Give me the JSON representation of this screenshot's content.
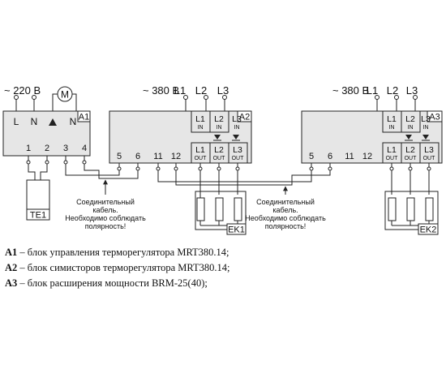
{
  "a1": {
    "voltage": "~ 220 В",
    "motor_symbol": "M",
    "id": "A1",
    "top_terminals": [
      "L",
      "N",
      "N"
    ],
    "bottom_terminals": [
      "1",
      "2",
      "3",
      "4"
    ],
    "sensor": "TE1"
  },
  "a2": {
    "voltage": "~ 380 В",
    "phases": [
      "L1",
      "L2",
      "L3"
    ],
    "id": "A2",
    "in_labels": [
      "L1",
      "L2",
      "L3"
    ],
    "in_sub": "IN",
    "out_labels": [
      "L1",
      "L2",
      "L3"
    ],
    "out_sub": "OUT",
    "bottom_terminals": [
      "5",
      "6",
      "11",
      "12"
    ],
    "load": "EK1"
  },
  "a3": {
    "voltage": "~ 380 В",
    "phases": [
      "L1",
      "L2",
      "L3"
    ],
    "id": "A3",
    "in_labels": [
      "L1",
      "L2",
      "L3"
    ],
    "in_sub": "IN",
    "out_labels": [
      "L1",
      "L2",
      "L3"
    ],
    "out_sub": "OUT",
    "bottom_terminals": [
      "5",
      "6",
      "11",
      "12"
    ],
    "load": "EK2"
  },
  "note_left": [
    "Соединительный",
    "кабель.",
    "Необходимо соблюдать",
    "полярность!"
  ],
  "note_right": [
    "Соединительный",
    "кабель.",
    "Необходимо соблюдать",
    "полярность!"
  ],
  "legend": [
    {
      "key": "A1",
      "text": " – блок управления терморегулятора MRT380.14;"
    },
    {
      "key": "A2",
      "text": " – блок симисторов  терморегулятора MRT380.14;"
    },
    {
      "key": "A3",
      "text": " – блок расширения мощности BRM-25(40);"
    }
  ]
}
